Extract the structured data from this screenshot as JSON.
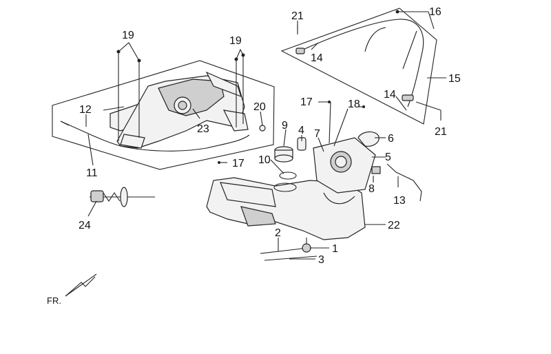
{
  "callouts": {
    "c1": "1",
    "c2": "2",
    "c3": "3",
    "c4": "4",
    "c5": "5",
    "c6": "6",
    "c7": "7",
    "c8": "8",
    "c9": "9",
    "c10": "10",
    "c11": "11",
    "c12": "12",
    "c13": "13",
    "c14a": "14",
    "c14b": "14",
    "c15": "15",
    "c16": "16",
    "c17a": "17",
    "c17b": "17",
    "c18": "18",
    "c19a": "19",
    "c19b": "19",
    "c20": "20",
    "c21a": "21",
    "c21b": "21",
    "c22": "22",
    "c23": "23",
    "c24": "24"
  },
  "orientation_label": "FR."
}
